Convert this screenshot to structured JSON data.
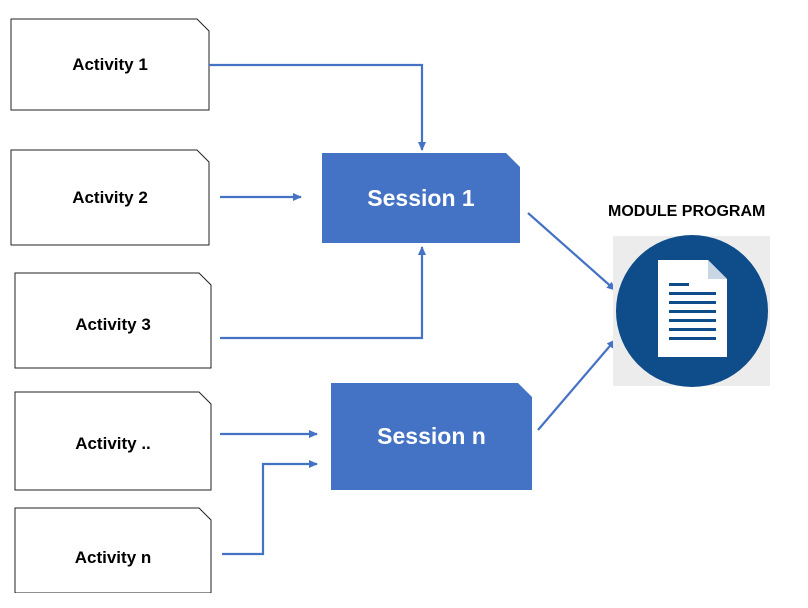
{
  "colors": {
    "session_fill": "#4472C4",
    "arrow": "#4472C4",
    "activity_border": "#222222",
    "module_circle": "#0F4C8A",
    "module_panel": "#ECECEC"
  },
  "activities": [
    {
      "label": "Activity 1"
    },
    {
      "label": "Activity 2"
    },
    {
      "label": "Activity 3"
    },
    {
      "label": "Activity .."
    },
    {
      "label": "Activity n"
    }
  ],
  "sessions": [
    {
      "label": "Session 1"
    },
    {
      "label": "Session n"
    }
  ],
  "module": {
    "title": "MODULE PROGRAM",
    "icon": "document-icon"
  }
}
